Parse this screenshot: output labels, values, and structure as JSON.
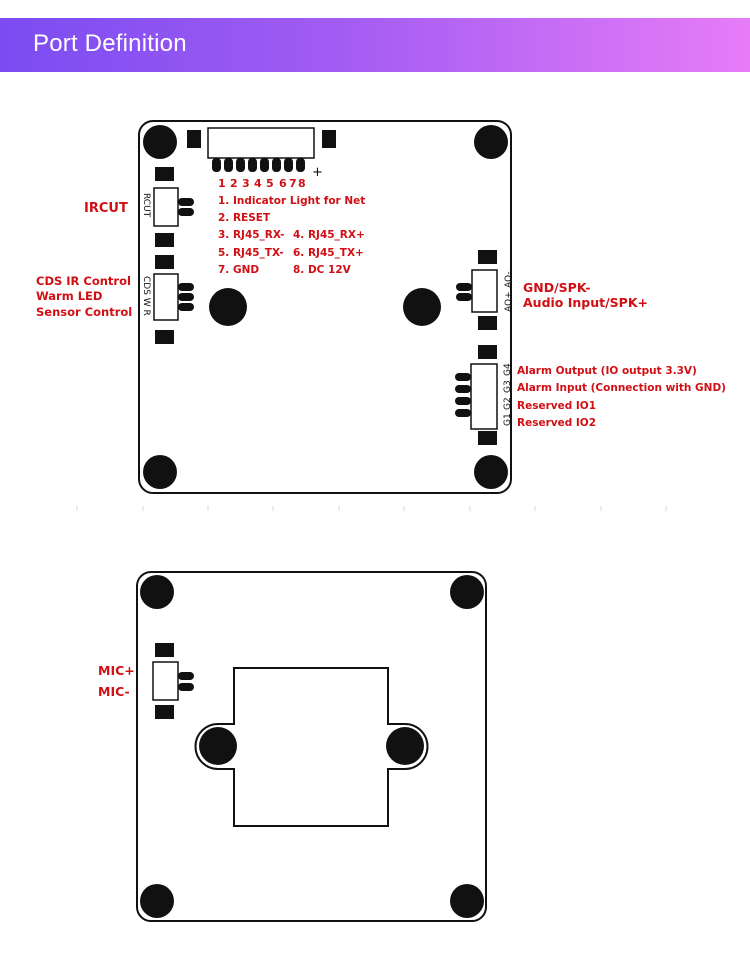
{
  "header": {
    "title": "Port Definition"
  },
  "colors": {
    "header_start": "#7b4cf1",
    "header_end": "#e77cf7",
    "label": "#d10f14"
  },
  "top_board": {
    "pin_numbers": [
      "1",
      "2",
      "3",
      "4",
      "5",
      "6",
      "7",
      "8"
    ],
    "pin_plus": "+",
    "pin_defs": {
      "p1": "1. Indicator Light for Net",
      "p2": "2. RESET",
      "p3": "3. RJ45_RX-",
      "p4": "4. RJ45_RX+",
      "p5": "5. RJ45_TX-",
      "p6": "6. RJ45_TX+",
      "p7": "7. GND",
      "p8": "8. DC 12V"
    },
    "ircut": {
      "label": "IRCUT",
      "silk": "RCUT"
    },
    "cds": {
      "lines": [
        "CDS IR Control",
        "Warm LED",
        "Sensor Control"
      ],
      "silk": "CDS W R"
    },
    "audio": {
      "lines": [
        "GND/SPK-",
        "Audio Input/SPK+"
      ],
      "silk_minus": "AO-",
      "silk_plus": "AO+"
    },
    "alarm": {
      "lines": [
        "Alarm Output (IO output 3.3V)",
        "Alarm Input (Connection with GND)",
        "Reserved IO1",
        "Reserved IO2"
      ],
      "silk": [
        "G4",
        "G3",
        "G2",
        "G1"
      ]
    }
  },
  "bottom_board": {
    "mic": {
      "lines": [
        "MIC+",
        "MIC-"
      ]
    }
  }
}
